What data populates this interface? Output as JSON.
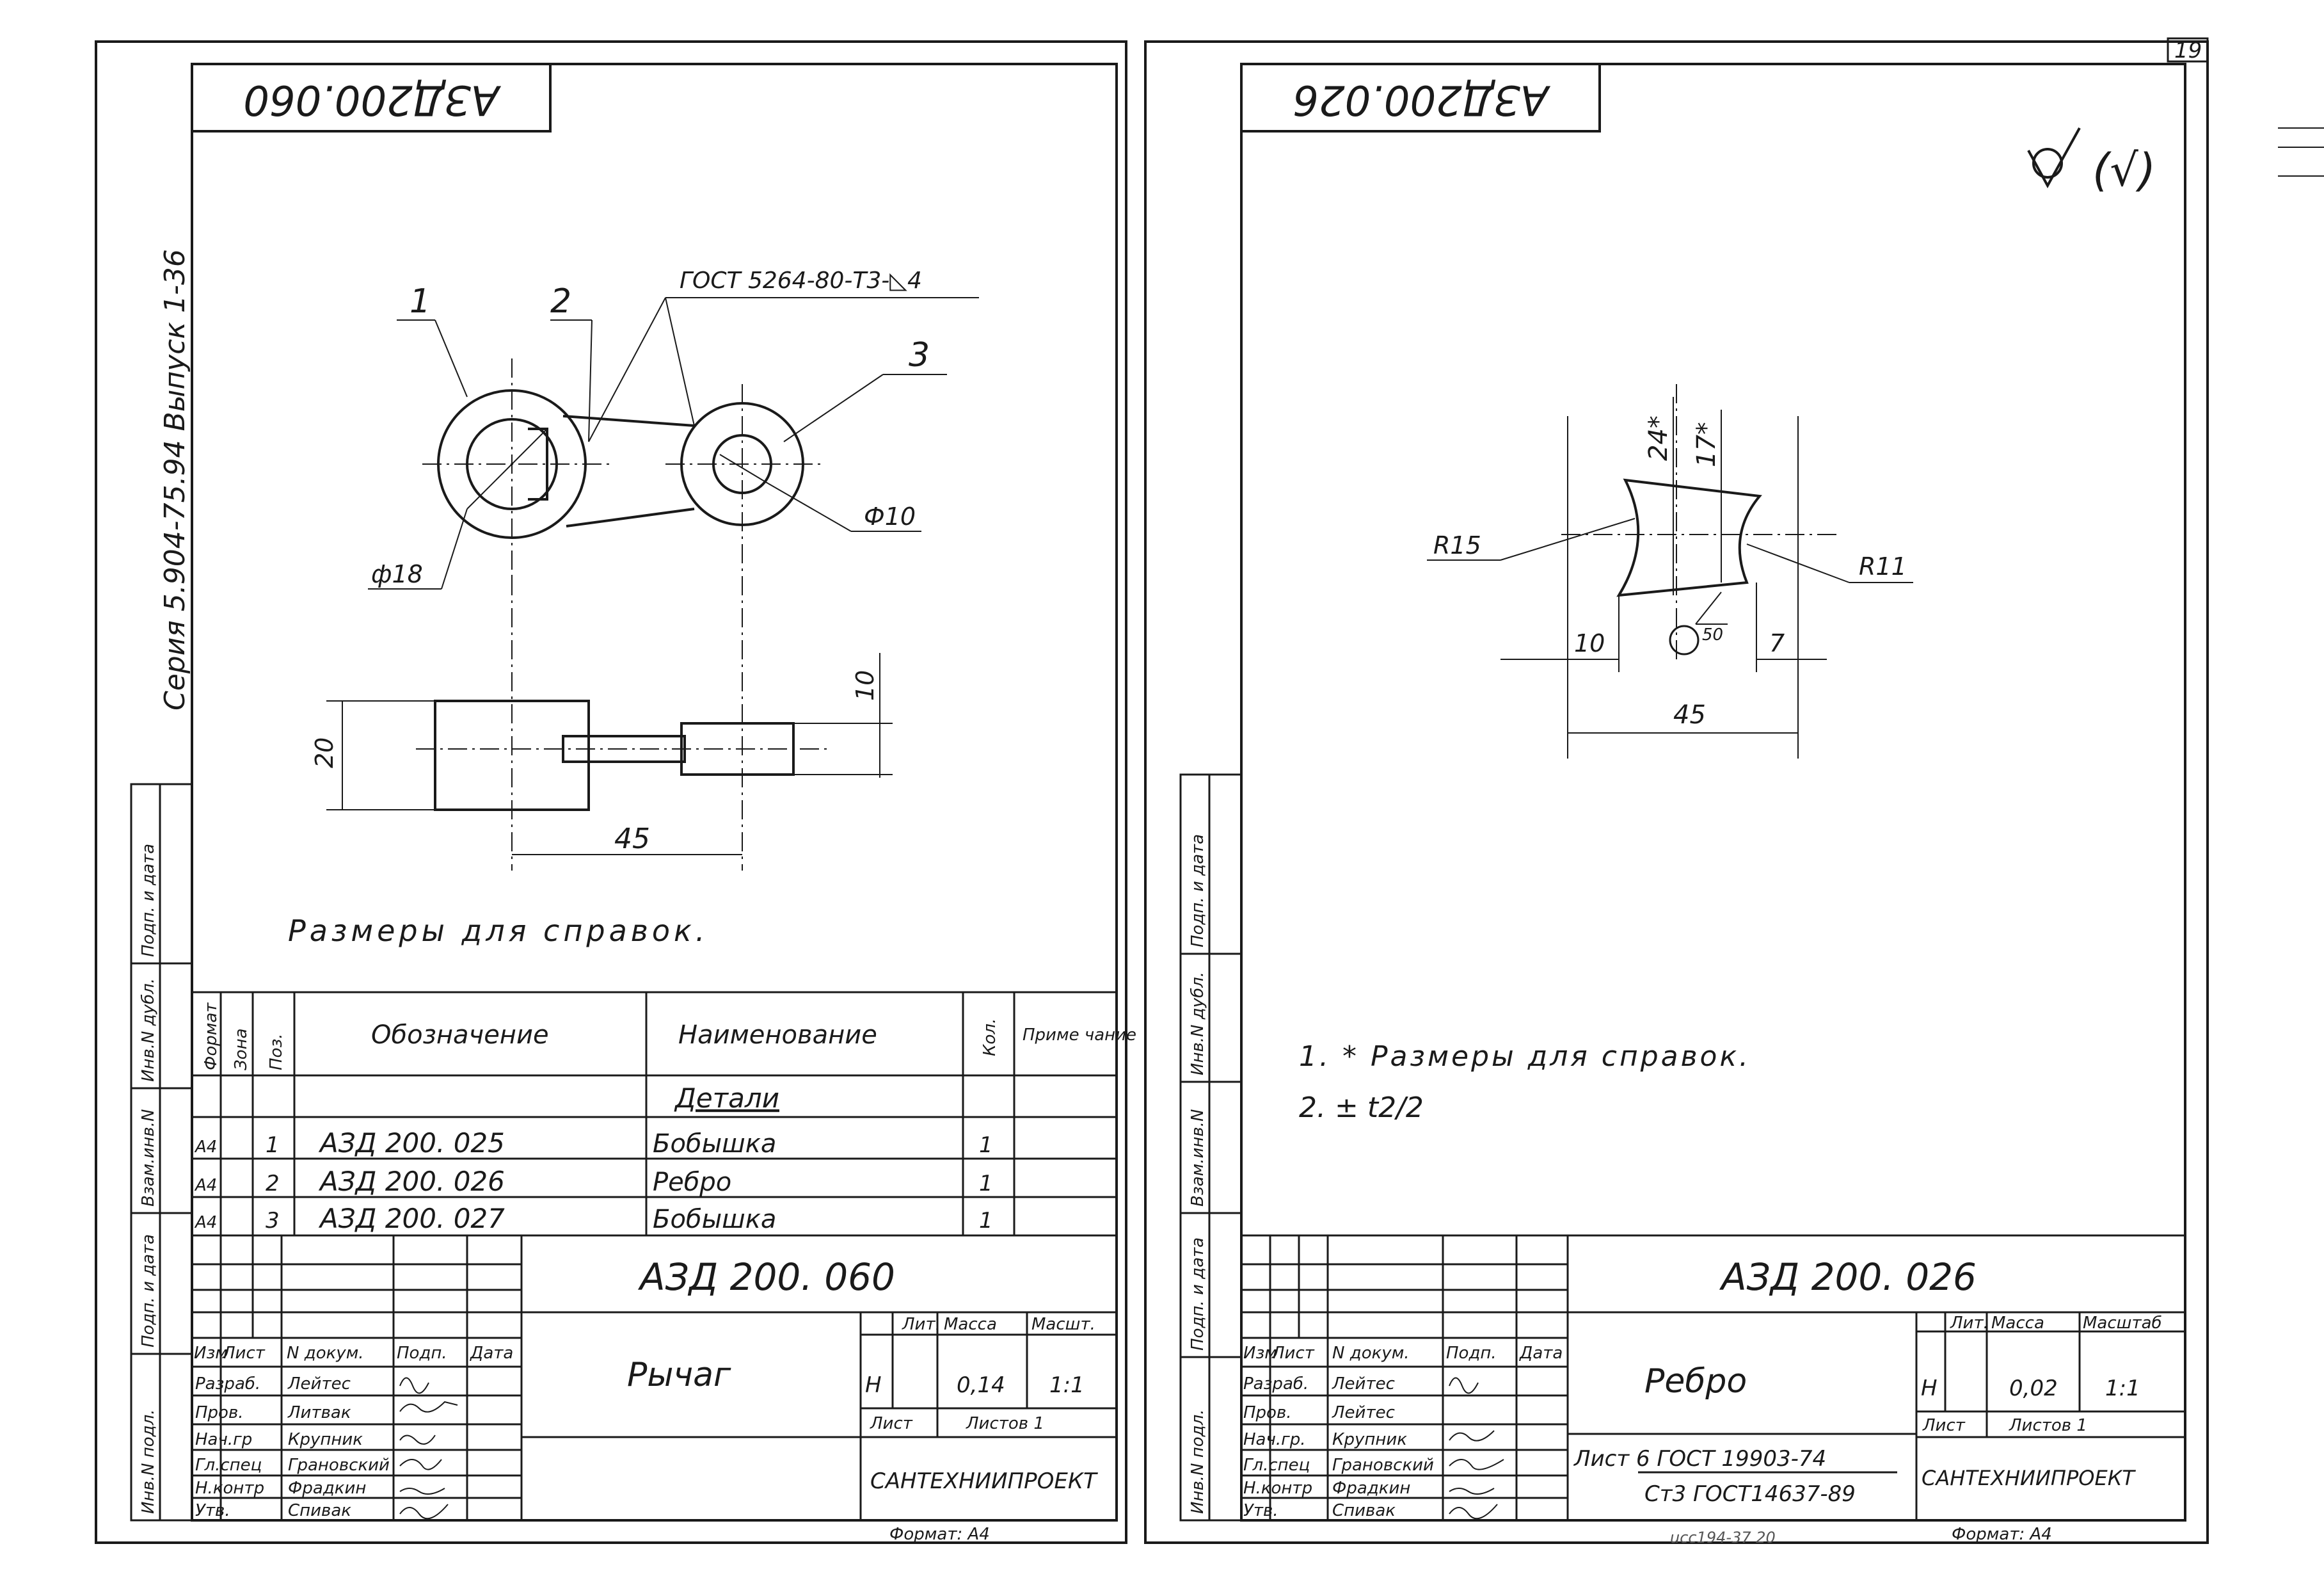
{
  "page": {
    "number": "19",
    "bottom_note": "ucc194-37  20"
  },
  "left_sheet": {
    "code_stamp": "АЗД200.060",
    "series_text": "Серия 5.904-75.94  Выпуск 1-36",
    "weld_note": "ГОСТ 5264-80-Т3-◺4",
    "callouts": {
      "p1": "1",
      "p2": "2",
      "p3": "3"
    },
    "dims": {
      "d18": "ф18",
      "d10": "Ф10",
      "h20": "20",
      "h10": "10",
      "l45": "45"
    },
    "reference_note": "Размеры для справок.",
    "spec_headers": {
      "format": "Формат",
      "zone": "Зона",
      "pos": "Поз.",
      "designation": "Обозначение",
      "name": "Наименование",
      "qty": "Кол.",
      "note": "Приме чание"
    },
    "spec_section": "Детали",
    "spec_rows": [
      {
        "format": "А4",
        "pos": "1",
        "designation": "АЗД 200. 025",
        "name": "Бобышка",
        "qty": "1"
      },
      {
        "format": "А4",
        "pos": "2",
        "designation": "АЗД 200. 026",
        "name": "Ребро",
        "qty": "1"
      },
      {
        "format": "А4",
        "pos": "3",
        "designation": "АЗД 200. 027",
        "name": "Бобышка",
        "qty": "1"
      }
    ],
    "title_block": {
      "doc_code": "АЗД 200. 060",
      "doc_name": "Рычаг",
      "lit_label": "Лит.",
      "mass_label": "Масса",
      "scale_label": "Масшт.",
      "lit_value": "Н",
      "mass_value": "0,14",
      "scale_value": "1:1",
      "sheet_label": "Лист",
      "sheets_label": "Листов  1",
      "org": "САНТЕХНИИПРОЕКТ",
      "format": "Формат: А4",
      "hdr": [
        "Изм",
        "Лист",
        "N докум.",
        "Подп.",
        "Дата"
      ],
      "roles": [
        {
          "role": "Разраб.",
          "name": "Лейтес"
        },
        {
          "role": "Пров.",
          "name": "Литвак"
        },
        {
          "role": "Нач.гр",
          "name": "Крупник"
        },
        {
          "role": "Гл.спец",
          "name": "Грановский"
        },
        {
          "role": "Н.контр",
          "name": "Фрадкин"
        },
        {
          "role": "Утв.",
          "name": "Спивак"
        }
      ]
    },
    "side_labels": [
      "Инв.N подл.",
      "Подп. и дата",
      "Взам.инв.N",
      "Инв.N дубл.",
      "Подп. и дата"
    ]
  },
  "right_sheet": {
    "code_stamp": "АЗД200.026",
    "roughness": "(√)",
    "dims": {
      "d24": "24*",
      "d17": "17*",
      "r15": "R15",
      "r11": "R11",
      "d10": "10",
      "d50": "50",
      "d7": "7",
      "d45": "45"
    },
    "notes": [
      "1. * Размеры для справок.",
      "2. ± t2/2"
    ],
    "title_block": {
      "doc_code": "АЗД 200. 026",
      "doc_name": "Ребро",
      "lit_label": "Лит.",
      "mass_label": "Масса",
      "scale_label": "Масштаб",
      "lit_value": "Н",
      "mass_value": "0,02",
      "scale_value": "1:1",
      "sheet_label": "Лист",
      "sheets_label": "Листов  1",
      "material_top": "Лист  6  ГОСТ 19903-74",
      "material_bottom": "Ст3 ГОСТ14637-89",
      "org": "САНТЕХНИИПРОЕКТ",
      "format": "Формат: А4",
      "hdr": [
        "Изм",
        "Лист",
        "N докум.",
        "Подп.",
        "Дата"
      ],
      "roles": [
        {
          "role": "Разраб.",
          "name": "Лейтес"
        },
        {
          "role": "Пров.",
          "name": "Лейтес"
        },
        {
          "role": "Нач.гр.",
          "name": "Крупник"
        },
        {
          "role": "Гл.спец",
          "name": "Грановский"
        },
        {
          "role": "Н.контр",
          "name": "Фрадкин"
        },
        {
          "role": "Утв.",
          "name": "Спивак"
        }
      ]
    },
    "side_labels": [
      "Инв.N подл.",
      "Подп. и дата",
      "Взам.инв.N",
      "Инв.N дубл.",
      "Подп. и дата"
    ]
  }
}
